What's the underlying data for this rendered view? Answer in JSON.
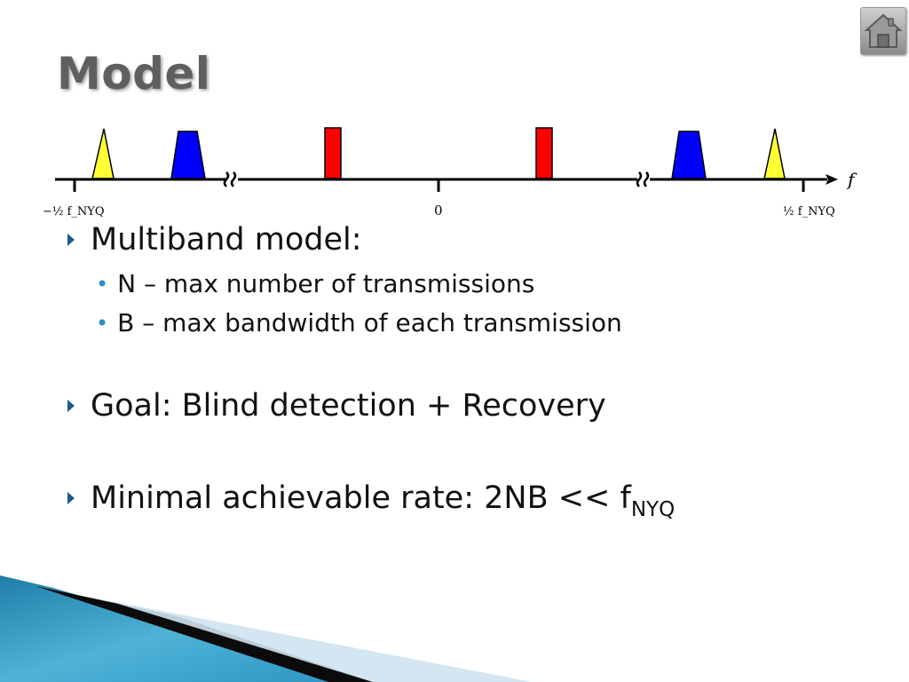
{
  "slide": {
    "title": "Model"
  },
  "home_button": {
    "icon": "home-icon"
  },
  "diagram": {
    "axis_label": "f",
    "tick_left_label": "−½ f_NYQ",
    "tick_center_label": "0",
    "tick_right_label": "½ f_NYQ",
    "colors": {
      "yellow_band": "#ffff33",
      "blue_band": "#0000ff",
      "red_band": "#ff0000"
    }
  },
  "bullets": {
    "multiband": "Multiband model:",
    "n_item": "N – max number of transmissions",
    "b_item": "B – max bandwidth of each transmission",
    "goal": "Goal: Blind detection + Recovery",
    "rate_prefix": "Minimal achievable rate: 2NB << f",
    "rate_subscript": "NYQ"
  },
  "colors": {
    "title": "#5f5f5f",
    "bullet_arrow": "#1e5c8f",
    "sub_bullet": "#2e8fc8"
  }
}
